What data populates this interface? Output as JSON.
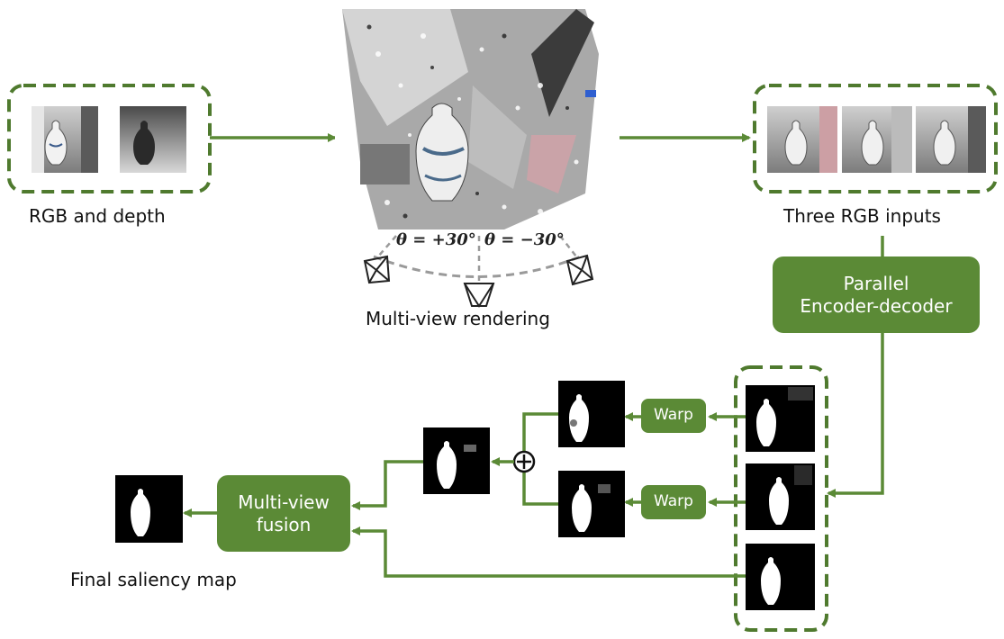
{
  "labels": {
    "rgb_depth": "RGB and depth",
    "multi_view": "Multi-view rendering",
    "three_rgb": "Three RGB inputs",
    "final": "Final saliency map"
  },
  "boxes": {
    "parallel_line1": "Parallel",
    "parallel_line2": "Encoder-decoder",
    "warp": "Warp",
    "fusion_line1": "Multi-view",
    "fusion_line2": "fusion"
  },
  "angles": {
    "left": "θ = +30°",
    "right": "θ = −30°"
  },
  "colors": {
    "accent_green": "#5b8a36",
    "dashed_border": "#4f7a2e"
  }
}
